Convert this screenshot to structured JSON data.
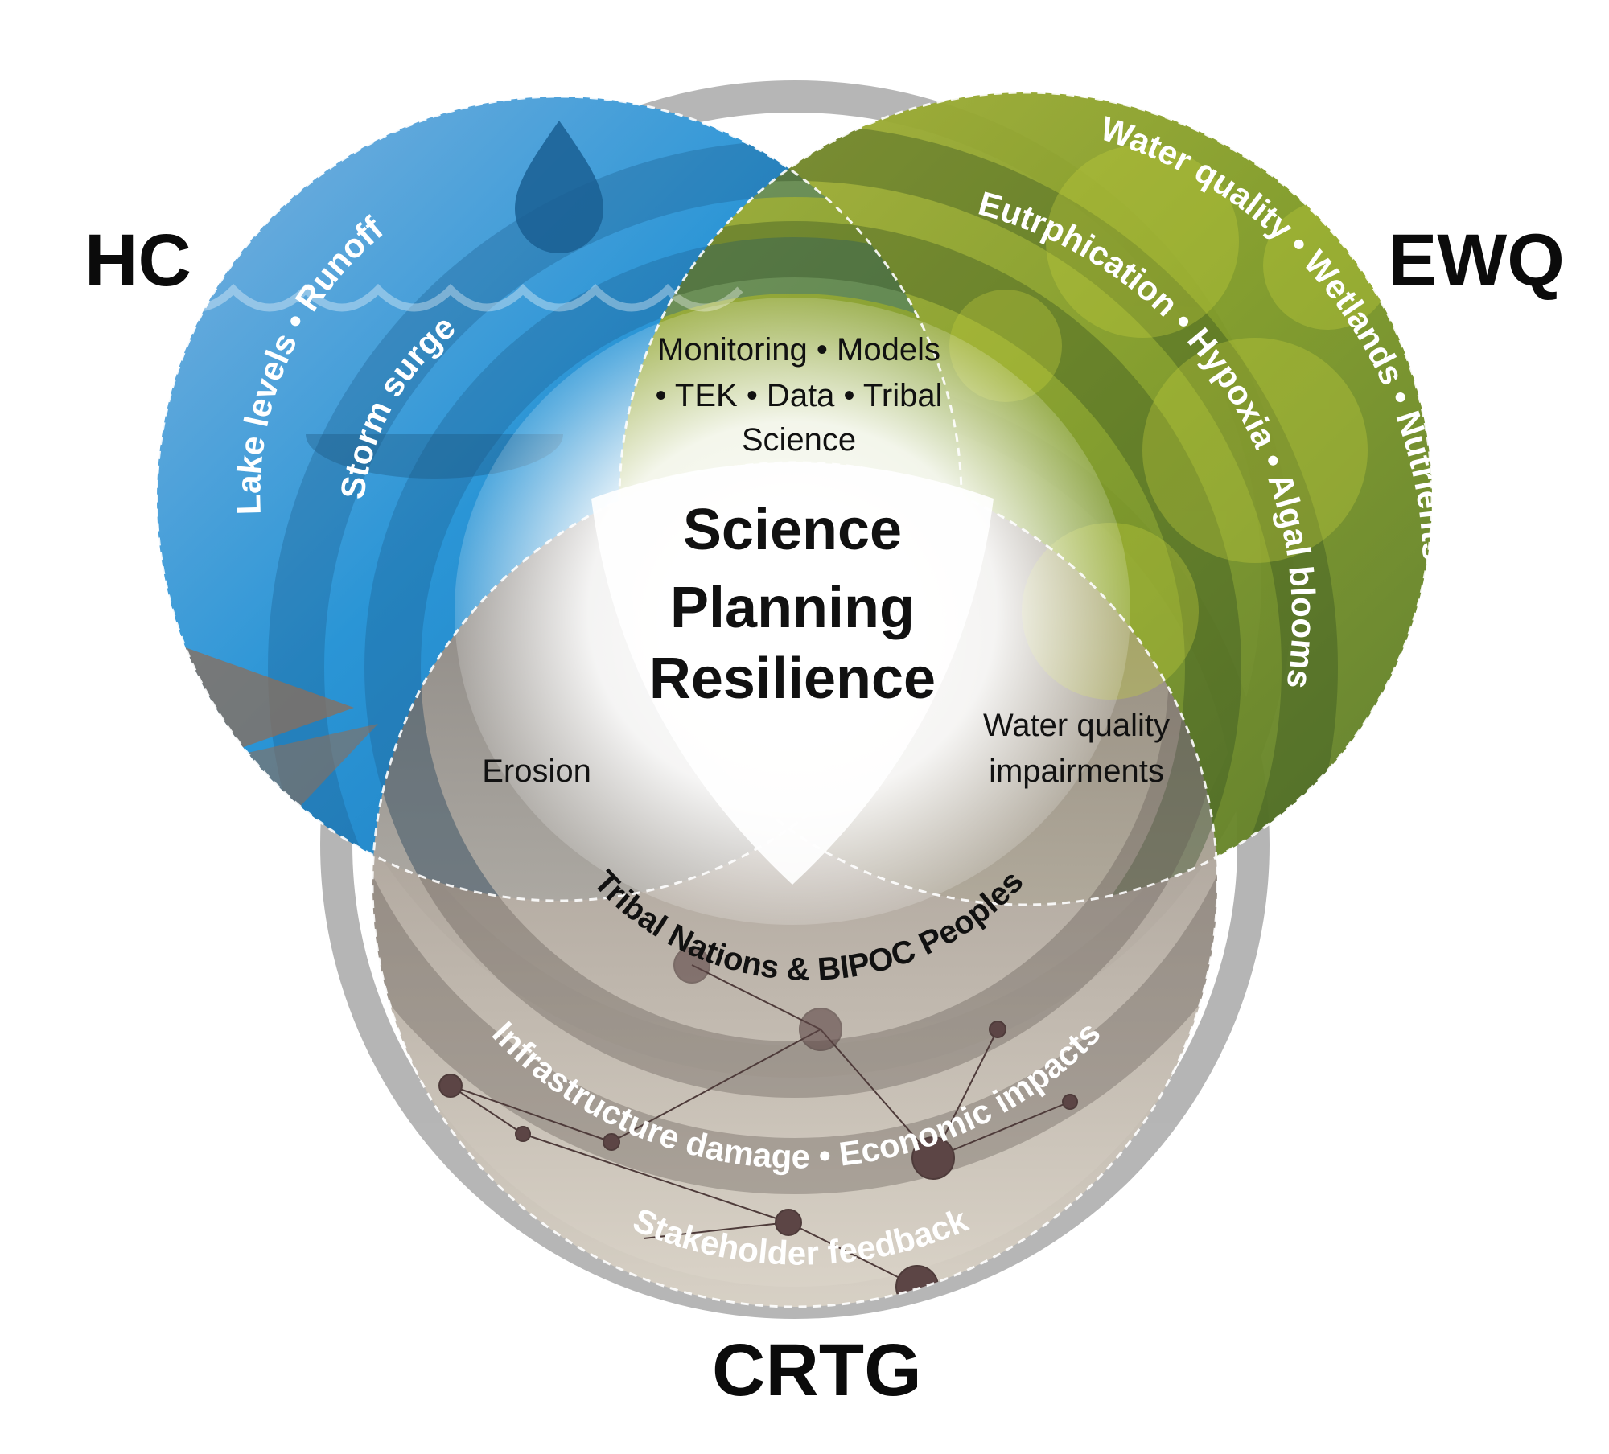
{
  "diagram": {
    "labels": {
      "hc": "HC",
      "ewq": "EWQ",
      "crtg": "CRTG"
    },
    "center": {
      "line1": "Science",
      "line2": "Planning",
      "line3": "Resilience"
    },
    "overlaps": {
      "top": {
        "line1": "Monitoring • Models",
        "line2": "• TEK • Data • Tribal",
        "line3": "Science"
      },
      "left": "Erosion",
      "right": {
        "line1": "Water quality",
        "line2": "impairments"
      }
    },
    "arcs": {
      "hc_outer": "Lake levels • Runoff",
      "hc_inner": "Storm surge",
      "ewq_outer": "Water quality • Wetlands • Nutrients • Fish",
      "ewq_inner": "Eutrphication • Hypoxia • Algal blooms",
      "crtg_outer": "Stakeholder feedback",
      "crtg_inner": "Infrastructure damage • Economic impacts",
      "tribal": "Tribal Nations & BIPOC Peoples"
    },
    "colors": {
      "hc": "#2a8fd1",
      "ewq": "#8a9a2a",
      "crtg": "#8f857b",
      "ring": "#a6a6a6"
    }
  }
}
